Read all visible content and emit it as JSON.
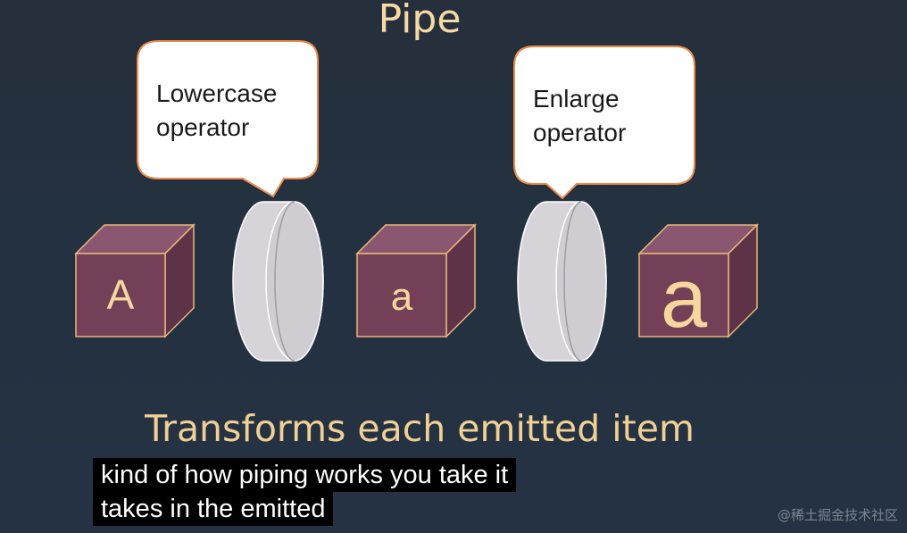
{
  "slide": {
    "title": "Pipe",
    "tagline": "Transforms each emitted item"
  },
  "bubbles": [
    {
      "line1": "Lowercase",
      "line2": "operator"
    },
    {
      "line1": "Enlarge",
      "line2": "operator"
    }
  ],
  "cubes": [
    {
      "letter": "A"
    },
    {
      "letter": "a"
    },
    {
      "letter": "a"
    }
  ],
  "subtitles": {
    "line1": "kind of how piping works you take it",
    "line2": "takes in the emitted"
  },
  "watermark": "@稀土掘金技术社区",
  "colors": {
    "background": "#243040",
    "title": "#f7d9a6",
    "cube_front": "#744058",
    "cube_side": "#5e3247",
    "cube_top": "#8a5670",
    "cube_border": "#e8b87a",
    "bubble_fill": "#ffffff",
    "bubble_border": "#ee8a4a",
    "pipe_fill": "#d7d4d9"
  }
}
